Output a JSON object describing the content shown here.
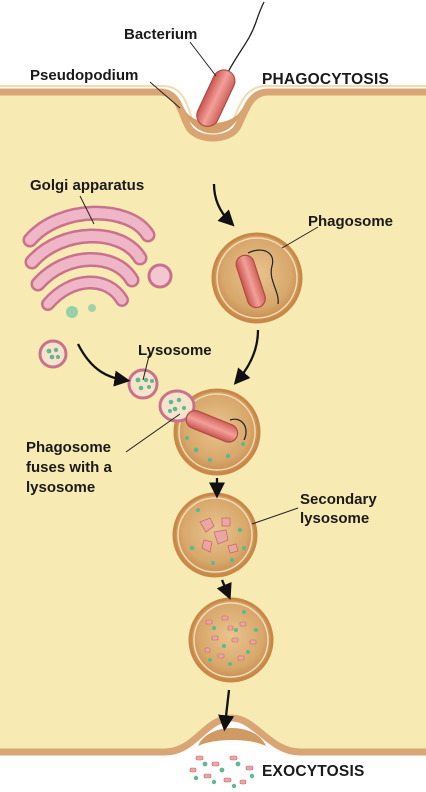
{
  "labels": {
    "bacterium": "Bacterium",
    "pseudopodium": "Pseudopodium",
    "phagocytosis": "PHAGOCYTOSIS",
    "golgi": "Golgi apparatus",
    "phagosome": "Phagosome",
    "lysosome": "Lysosome",
    "fuses_line1": "Phagosome",
    "fuses_line2": "fuses with a",
    "fuses_line3": "lysosome",
    "secondary_line1": "Secondary",
    "secondary_line2": "lysosome",
    "exocytosis": "EXOCYTOSIS"
  },
  "colors": {
    "cytoplasm": "#f7ebb3",
    "membrane": "#e0b080",
    "vesicle_fill": "#d8aa72",
    "vesicle_rim": "#c98848",
    "bacterium": "#e98882",
    "golgi": "#e7a2b8",
    "enzyme": "#7cc9a6",
    "fragment": "#eaa6a4"
  }
}
